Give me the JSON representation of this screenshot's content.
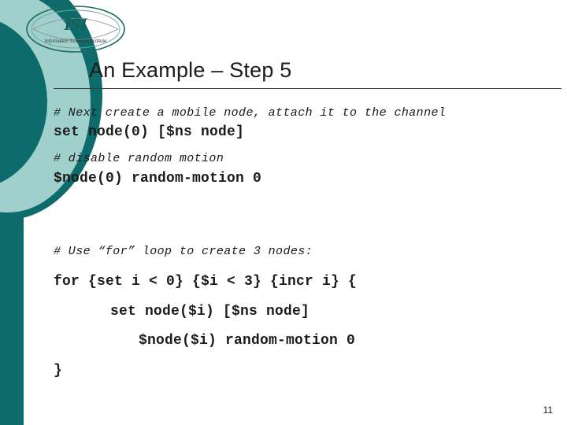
{
  "slide": {
    "title": "An Example – Step 5",
    "page_number": "11",
    "accent_color": "#0e6b6b",
    "accent_light_color": "#9fd0cc",
    "text_color": "#1b1b1b"
  },
  "logo": {
    "name": "isi-logo",
    "wordmark": "ISI",
    "caption": "Information Sciences Institute"
  },
  "code_lines": [
    {
      "text": "# Next create a mobile node, attach it to the channel",
      "style": "comment"
    },
    {
      "text": "set node(0) [$ns node]",
      "style": "code"
    },
    {
      "text": "# disable random motion",
      "style": "comment"
    },
    {
      "text": "$node(0) random-motion 0",
      "style": "code"
    },
    {
      "text": "# Use “for” loop to create 3 nodes:",
      "style": "comment"
    },
    {
      "text": "for {set i < 0} {$i < 3} {incr i} {",
      "style": "code"
    },
    {
      "text": "set node($i) [$ns node]",
      "style": "code"
    },
    {
      "text": "$node($i) random-motion 0",
      "style": "code"
    },
    {
      "text": "}",
      "style": "code"
    }
  ]
}
